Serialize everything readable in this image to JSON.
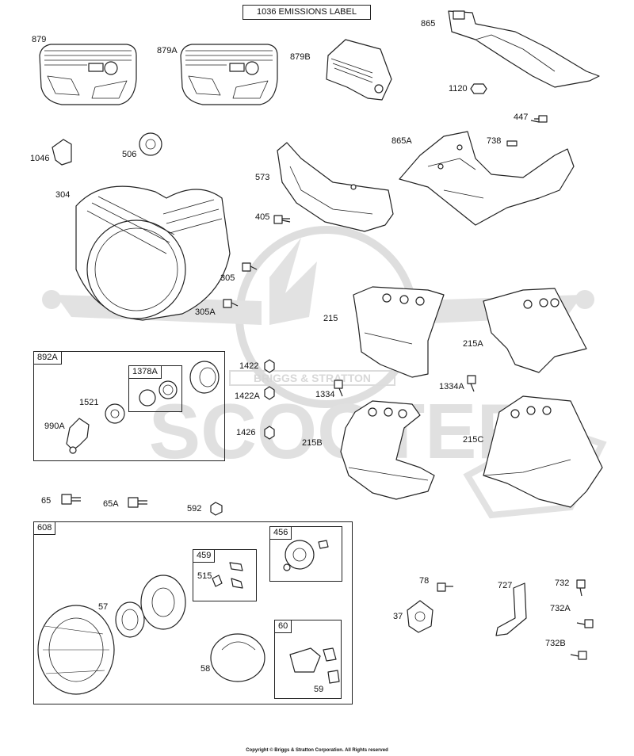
{
  "title": "1036 EMISSIONS LABEL",
  "watermark": {
    "brand_lines": [
      "BRIGGS & STRATTON",
      "SCOOTER"
    ],
    "color": "#d9d9d9"
  },
  "groups": [
    {
      "id": "892A",
      "label": "892A"
    },
    {
      "id": "1378A",
      "label": "1378A"
    },
    {
      "id": "608",
      "label": "608"
    },
    {
      "id": "459",
      "label": "459"
    },
    {
      "id": "456",
      "label": "456"
    },
    {
      "id": "60",
      "label": "60"
    }
  ],
  "parts": [
    {
      "id": "879",
      "label": "879"
    },
    {
      "id": "879A",
      "label": "879A"
    },
    {
      "id": "879B",
      "label": "879B"
    },
    {
      "id": "865",
      "label": "865"
    },
    {
      "id": "1120",
      "label": "1120"
    },
    {
      "id": "447",
      "label": "447"
    },
    {
      "id": "865A",
      "label": "865A"
    },
    {
      "id": "738",
      "label": "738"
    },
    {
      "id": "1046",
      "label": "1046"
    },
    {
      "id": "506",
      "label": "506"
    },
    {
      "id": "573",
      "label": "573"
    },
    {
      "id": "304",
      "label": "304"
    },
    {
      "id": "405",
      "label": "405"
    },
    {
      "id": "305",
      "label": "305"
    },
    {
      "id": "305A",
      "label": "305A"
    },
    {
      "id": "215",
      "label": "215"
    },
    {
      "id": "215A",
      "label": "215A"
    },
    {
      "id": "1422",
      "label": "1422"
    },
    {
      "id": "1422A",
      "label": "1422A"
    },
    {
      "id": "1334",
      "label": "1334"
    },
    {
      "id": "1334A",
      "label": "1334A"
    },
    {
      "id": "1426",
      "label": "1426"
    },
    {
      "id": "215B",
      "label": "215B"
    },
    {
      "id": "215C",
      "label": "215C"
    },
    {
      "id": "1521",
      "label": "1521"
    },
    {
      "id": "990A",
      "label": "990A"
    },
    {
      "id": "65",
      "label": "65"
    },
    {
      "id": "65A",
      "label": "65A"
    },
    {
      "id": "592",
      "label": "592"
    },
    {
      "id": "515",
      "label": "515"
    },
    {
      "id": "57",
      "label": "57"
    },
    {
      "id": "58",
      "label": "58"
    },
    {
      "id": "59",
      "label": "59"
    },
    {
      "id": "78",
      "label": "78"
    },
    {
      "id": "37",
      "label": "37"
    },
    {
      "id": "727",
      "label": "727"
    },
    {
      "id": "732",
      "label": "732"
    },
    {
      "id": "732A",
      "label": "732A"
    },
    {
      "id": "732B",
      "label": "732B"
    }
  ],
  "copyright": "Copyright © Briggs & Stratton Corporation. All Rights reserved"
}
